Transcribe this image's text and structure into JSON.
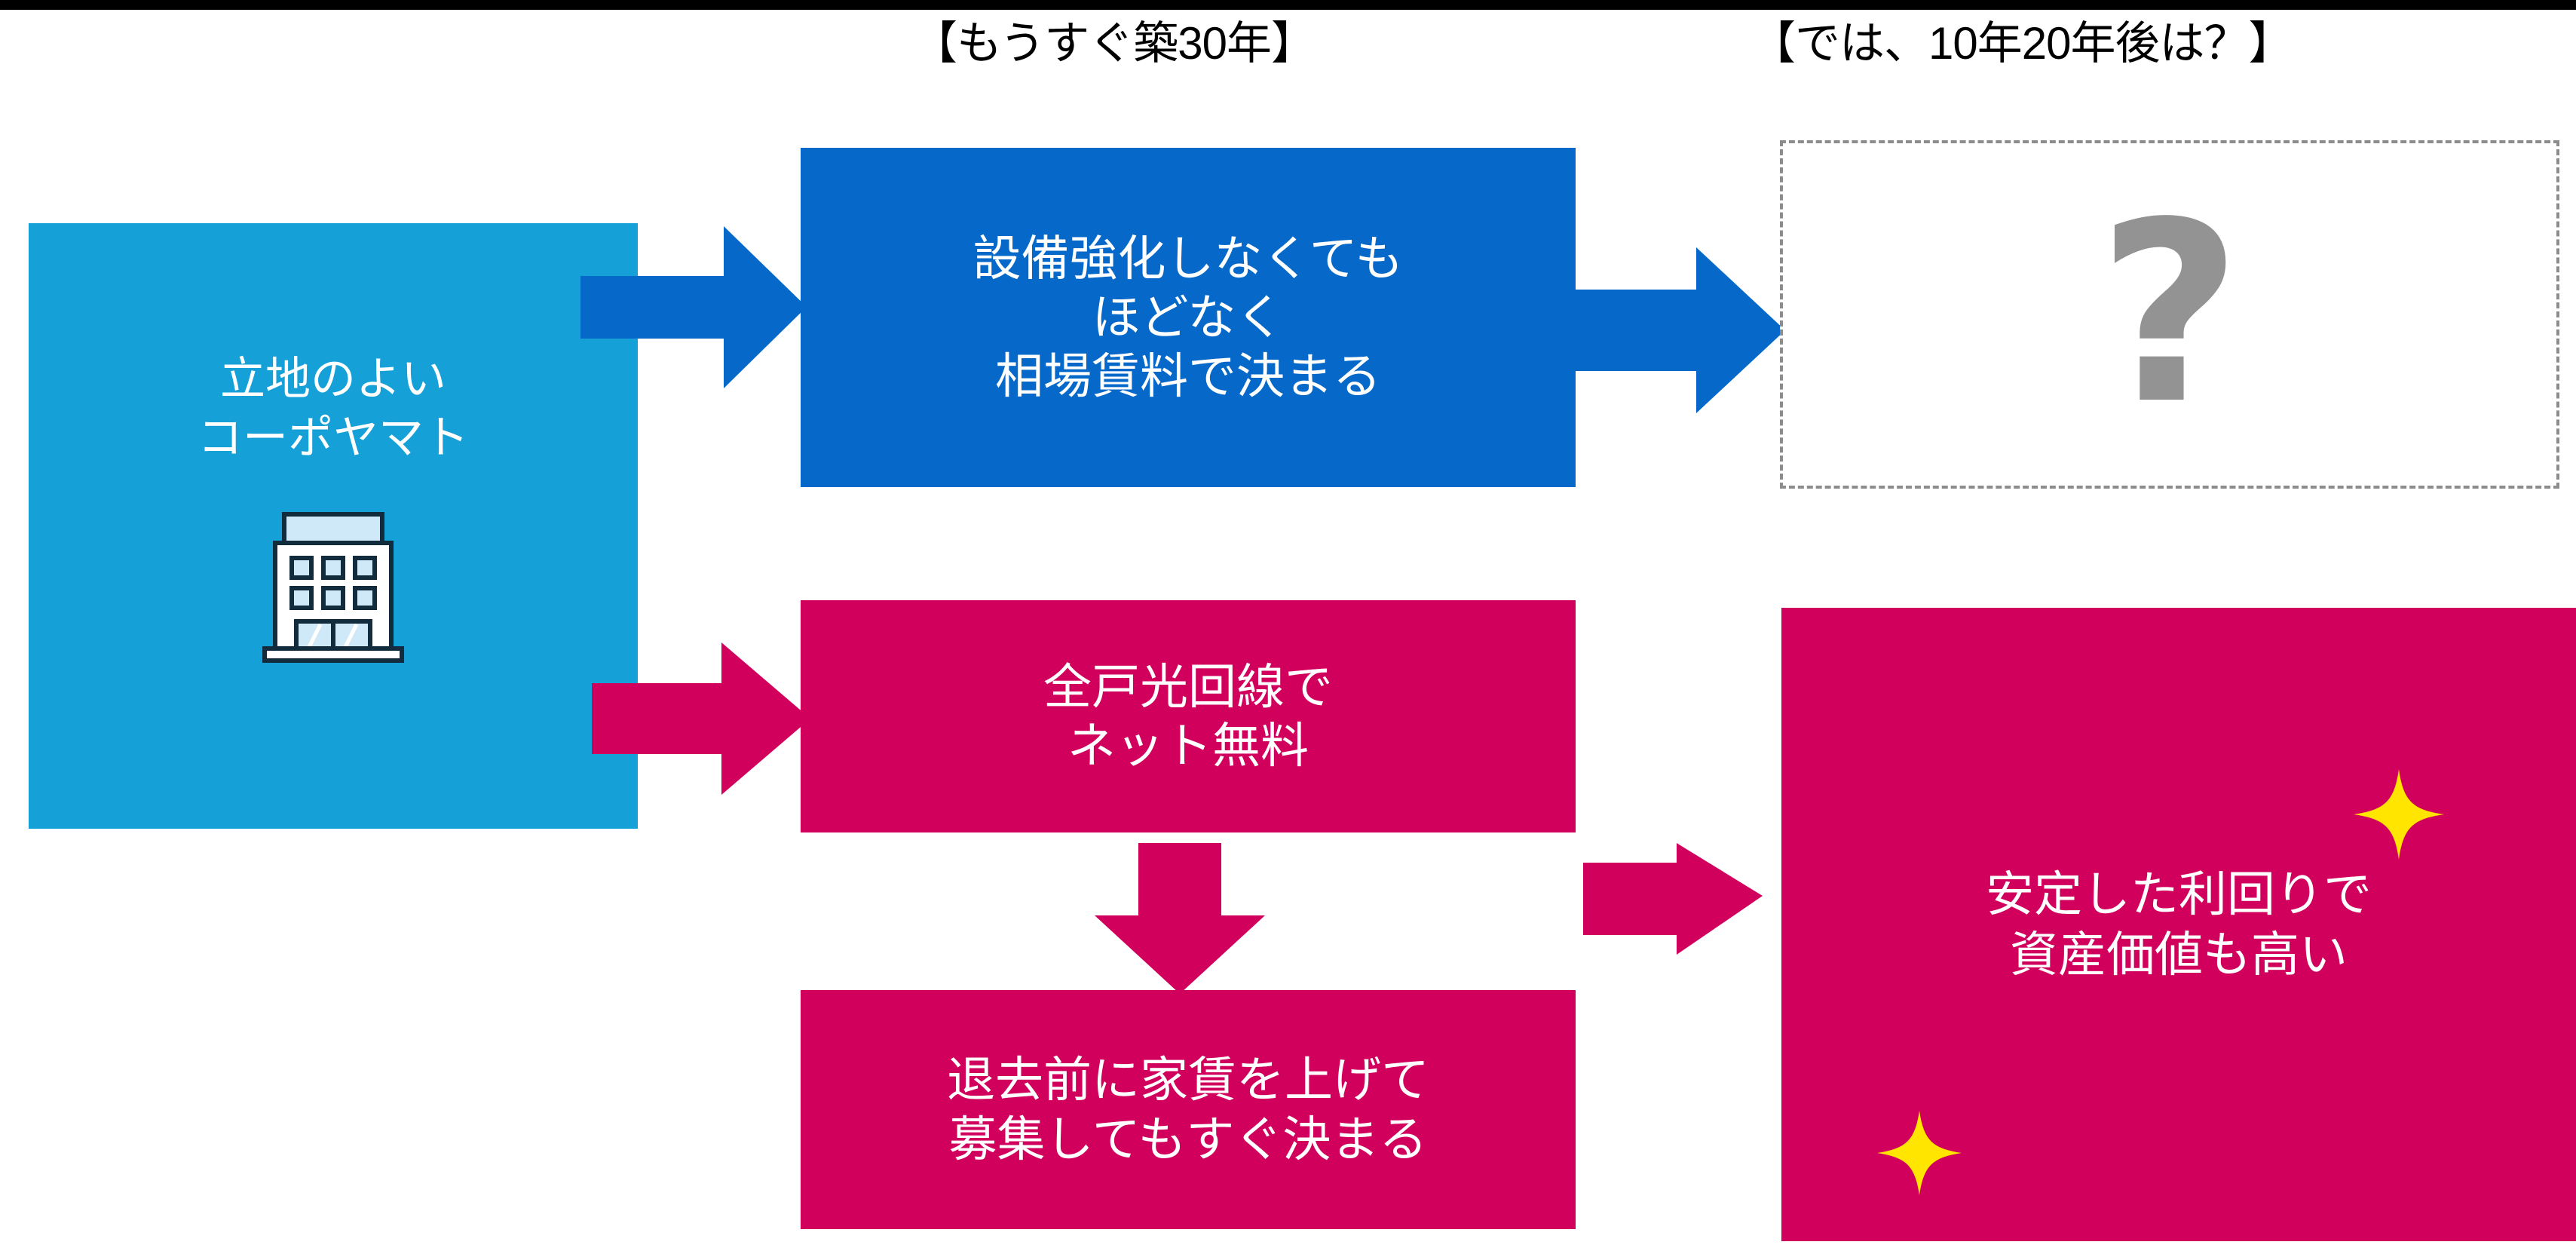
{
  "diagram": {
    "title_bar_color": "#000000",
    "headers": [
      {
        "id": "near-30-years",
        "text": "【もうすぐ築30年】"
      },
      {
        "id": "ten-twenty-years-later",
        "text": "【では、10年20年後は？】"
      }
    ],
    "colors": {
      "cyan": "#15a0d8",
      "blue": "#0668c8",
      "magenta": "#d1005d",
      "dashed_border": "#8c8c8c",
      "question_mark": "#939393",
      "sparkle": "#ffe500",
      "text_on_fill": "#ffffff",
      "header_text": "#000000"
    },
    "nodes": {
      "property": {
        "name": "property-card",
        "lines": [
          "立地のよい",
          "コーポヤマト"
        ],
        "icon": "apartment-building-icon"
      },
      "rent_market": {
        "name": "rent-determined-by-market",
        "lines": [
          "設備強化しなくても",
          "ほどなく",
          "相場賃料で決まる"
        ]
      },
      "unknown_future": {
        "name": "unknown-future-card",
        "symbol": "?"
      },
      "free_internet": {
        "name": "all-units-fiber-free-internet",
        "lines": [
          "全戸光回線で",
          "ネット無料"
        ]
      },
      "raise_rent": {
        "name": "raise-rent-before-move-out",
        "lines": [
          "退去前に家賃を上げて",
          "募集してもすぐ決まる"
        ]
      },
      "stable_yield": {
        "name": "stable-yield-high-asset-value",
        "lines": [
          "安定した利回りで",
          "資産価値も高い"
        ],
        "sparkles": 2
      }
    },
    "arrows": [
      {
        "id": "property-to-rent-market",
        "direction": "right",
        "color": "#0668c8"
      },
      {
        "id": "rent-market-to-unknown",
        "direction": "right",
        "color": "#0668c8"
      },
      {
        "id": "property-to-free-internet",
        "direction": "right",
        "color": "#d1005d"
      },
      {
        "id": "free-internet-to-raise-rent",
        "direction": "down",
        "color": "#d1005d"
      },
      {
        "id": "raise-rent-to-stable-yield",
        "direction": "right",
        "color": "#d1005d"
      }
    ]
  }
}
